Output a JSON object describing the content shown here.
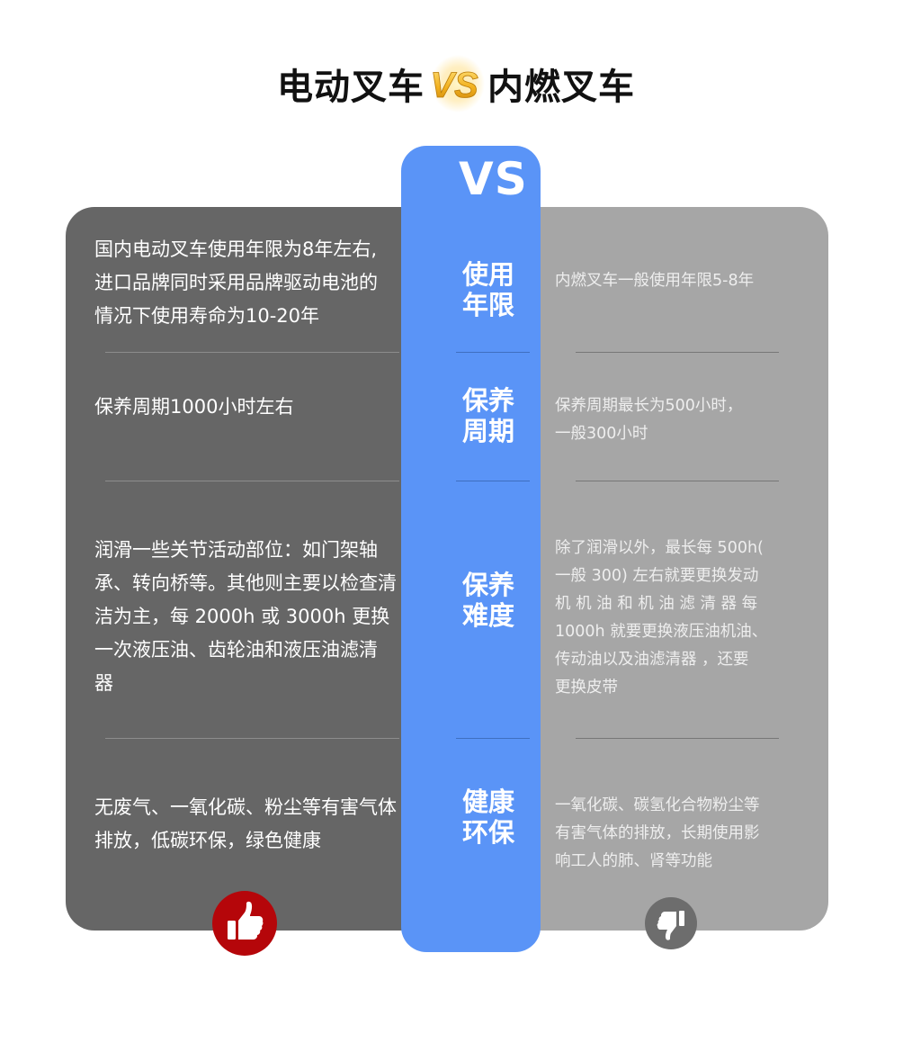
{
  "header": {
    "title_left": "电动叉车",
    "title_vs": "VS",
    "title_right": "内燃叉车"
  },
  "middle": {
    "vs_label": "VS",
    "categories": [
      {
        "line1": "使用",
        "line2": "年限"
      },
      {
        "line1": "保养",
        "line2": "周期"
      },
      {
        "line1": "保养",
        "line2": "难度"
      },
      {
        "line1": "健康",
        "line2": "环保"
      }
    ]
  },
  "electric": {
    "items": [
      [
        "国内电动叉车使用年限为8年左右,",
        "进口品牌同时采用品牌驱动电池的",
        "情况下使用寿命为10-20年"
      ],
      [
        "保养周期1000小时左右"
      ],
      [
        "润滑一些关节活动部位：如门架轴",
        "承、转向桥等。其他则主要以检查清",
        "洁为主，每 2000h 或 3000h 更换",
        "一次液压油、齿轮油和液压油滤清",
        "器"
      ],
      [
        "无废气、一氧化碳、粉尘等有害气体",
        "排放，低碳环保，绿色健康"
      ]
    ]
  },
  "combustion": {
    "items": [
      [
        "内燃叉车一般使用年限5-8年"
      ],
      [
        "保养周期最长为500小时，",
        "一般300小时"
      ],
      [
        "除了润滑以外，最长每 500h(",
        "一般 300) 左右就要更换发动",
        "机 机 油 和 机 油 滤 清 器 每",
        "1000h 就要更换液压油机油、",
        "传动油以及油滤清器 ，还要",
        "更换皮带"
      ],
      [
        "一氧化碳、碳氢化合物粉尘等",
        "有害气体的排放，长期使用影",
        "响工人的肺、肾等功能"
      ]
    ]
  },
  "icons": {
    "electric": "thumbs-up-icon",
    "combustion": "thumbs-down-icon"
  },
  "colors": {
    "electric_panel": "#666666",
    "combustion_panel": "#a6a6a6",
    "middle_panel": "#5a94f7",
    "thumbs_up_bg": "#b5060a",
    "thumbs_down_bg": "#6d6d6d",
    "vs_gold": "#f2b01e"
  }
}
